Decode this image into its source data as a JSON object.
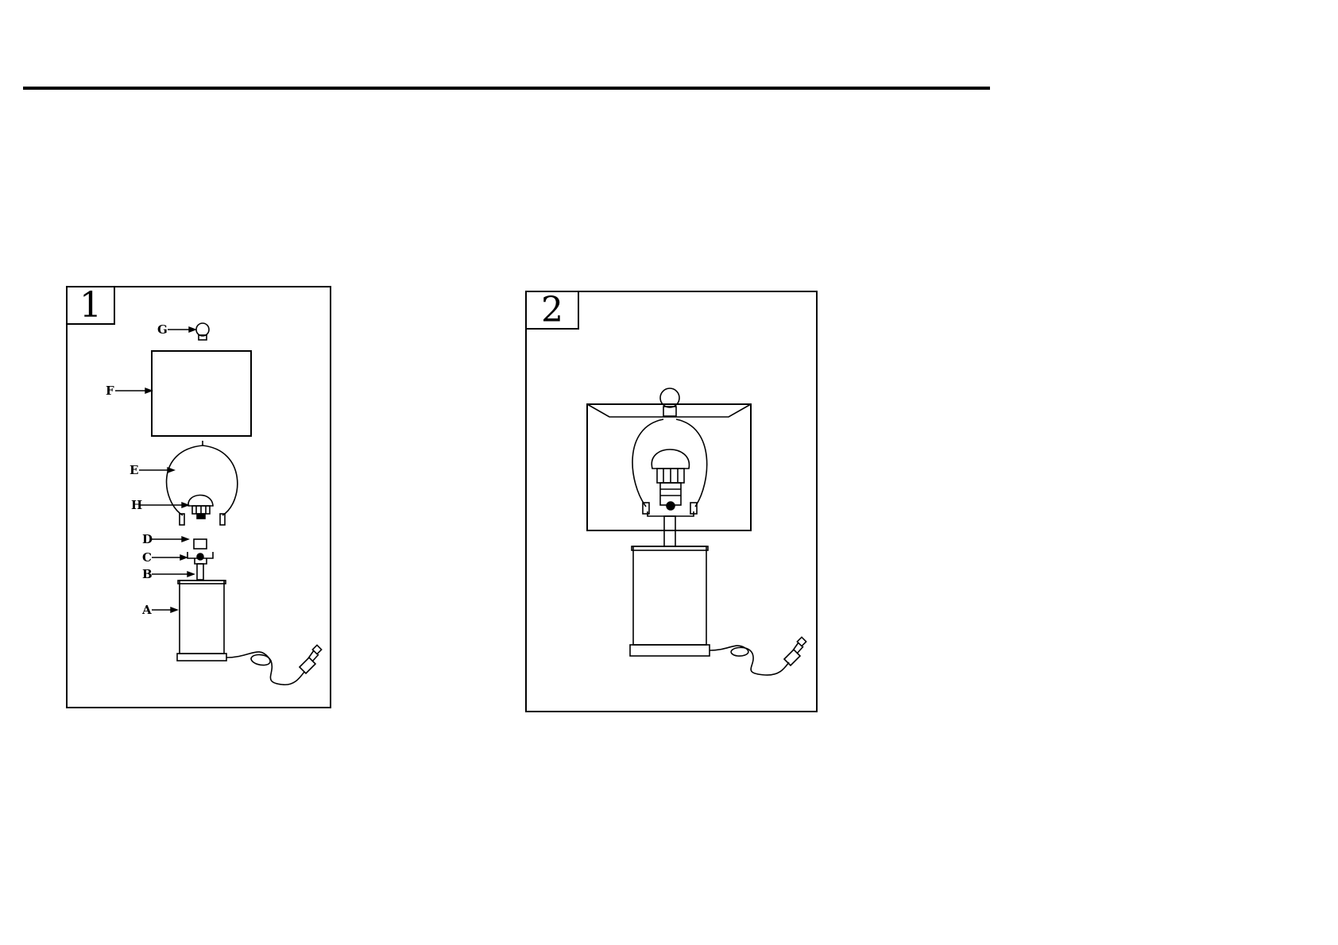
{
  "steps": [
    {
      "number": "1"
    },
    {
      "number": "2"
    }
  ],
  "parts": {
    "A": "A",
    "B": "B",
    "C": "C",
    "D": "D",
    "E": "E",
    "F": "F",
    "G": "G",
    "H": "H"
  },
  "colors": {
    "line": "#000000",
    "background": "#ffffff"
  }
}
